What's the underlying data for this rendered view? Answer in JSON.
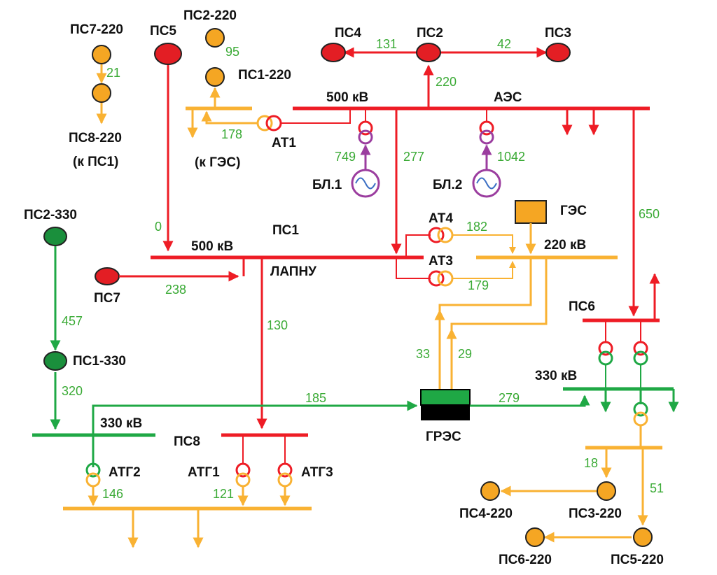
{
  "colors": {
    "v500": "#ee1c25",
    "v330": "#1fa845",
    "v220": "#f9b233",
    "node500": "#e31e24",
    "node330": "#1a8f3c",
    "node220": "#f5a623",
    "flow_text": "#3aaa35",
    "gen": "#9b3d9f",
    "wave": "#3b6fc4",
    "black": "#000000"
  },
  "labels": {
    "ps7_220": "ПС7-220",
    "ps8_220": "ПС8-220",
    "k_ps1": "(к ПС1)",
    "ps5": "ПС5",
    "ps2_220": "ПС2-220",
    "ps1_220": "ПС1-220",
    "k_ges": "(к ГЭС)",
    "ps4": "ПС4",
    "ps2": "ПС2",
    "ps3": "ПС3",
    "kv500_aes": "500 кВ",
    "aes": "АЭС",
    "at1": "АТ1",
    "bl1": "БЛ.1",
    "bl2": "БЛ.2",
    "ps2_330": "ПС2-330",
    "ps1_330": "ПС1-330",
    "ps1": "ПС1",
    "kv500_ps1": "500 кВ",
    "lapnu": "ЛАПНУ",
    "ps7": "ПС7",
    "at4": "АТ4",
    "at3": "АТ3",
    "ges": "ГЭС",
    "kv220": "220 кВ",
    "ps6": "ПС6",
    "kv330_ps6": "330 кВ",
    "kv330_left": "330 кВ",
    "ps8": "ПС8",
    "gres": "ГРЭС",
    "atg2": "АТГ2",
    "atg1": "АТГ1",
    "atg3": "АТГ3",
    "ps4_220": "ПС4-220",
    "ps3_220": "ПС3-220",
    "ps6_220": "ПС6-220",
    "ps5_220": "ПС5-220"
  },
  "flows": {
    "f21": "21",
    "f95": "95",
    "f178": "178",
    "f131": "131",
    "f42": "42",
    "f220": "220",
    "f749": "749",
    "f277": "277",
    "f1042": "1042",
    "f0": "0",
    "f650": "650",
    "f182": "182",
    "f179": "179",
    "f238": "238",
    "f457": "457",
    "f130": "130",
    "f33": "33",
    "f29": "29",
    "f320": "320",
    "f185": "185",
    "f279": "279",
    "f146": "146",
    "f121": "121",
    "f18": "18",
    "f51": "51"
  }
}
